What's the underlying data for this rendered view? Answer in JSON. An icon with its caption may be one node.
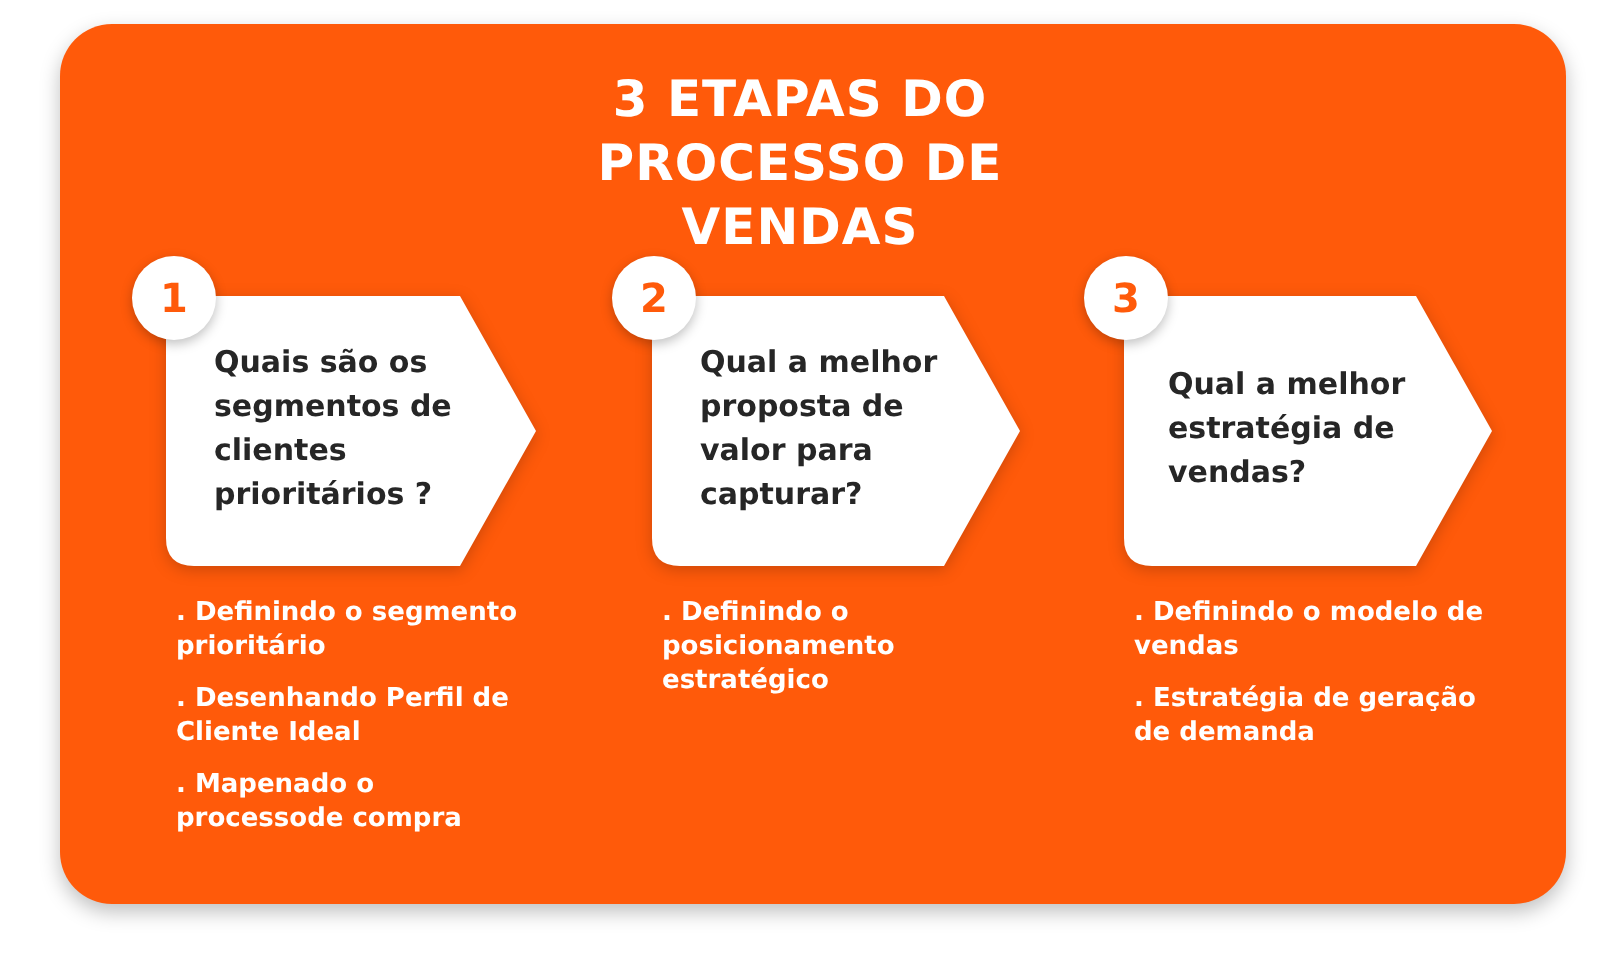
{
  "diagram": {
    "title": "3 ETAPAS DO PROCESSO DE VENDAS",
    "nodes": [
      {
        "text": [
          "1"
        ]
      },
      {
        "text": [
          "Quais são os segmentos de clientes prioritários ?"
        ],
        "beside": [
          ". Definindo o segmento prioritário",
          ". Desenhando Perfil de Cliente Ideal",
          ". Mapenado o processode compra"
        ]
      },
      {
        "text": [
          "2"
        ]
      },
      {
        "text": [
          "Qual a melhor proposta de valor para capturar?"
        ],
        "beside": [
          ". Definindo o posicionamento estratégico"
        ]
      },
      {
        "text": [
          "3"
        ]
      },
      {
        "text": [
          "Qual a melhor estratégia de vendas?"
        ],
        "beside": [
          ". Definindo o modelo de vendas",
          ". Estratégia de geração de demanda"
        ]
      }
    ],
    "edges": []
  }
}
